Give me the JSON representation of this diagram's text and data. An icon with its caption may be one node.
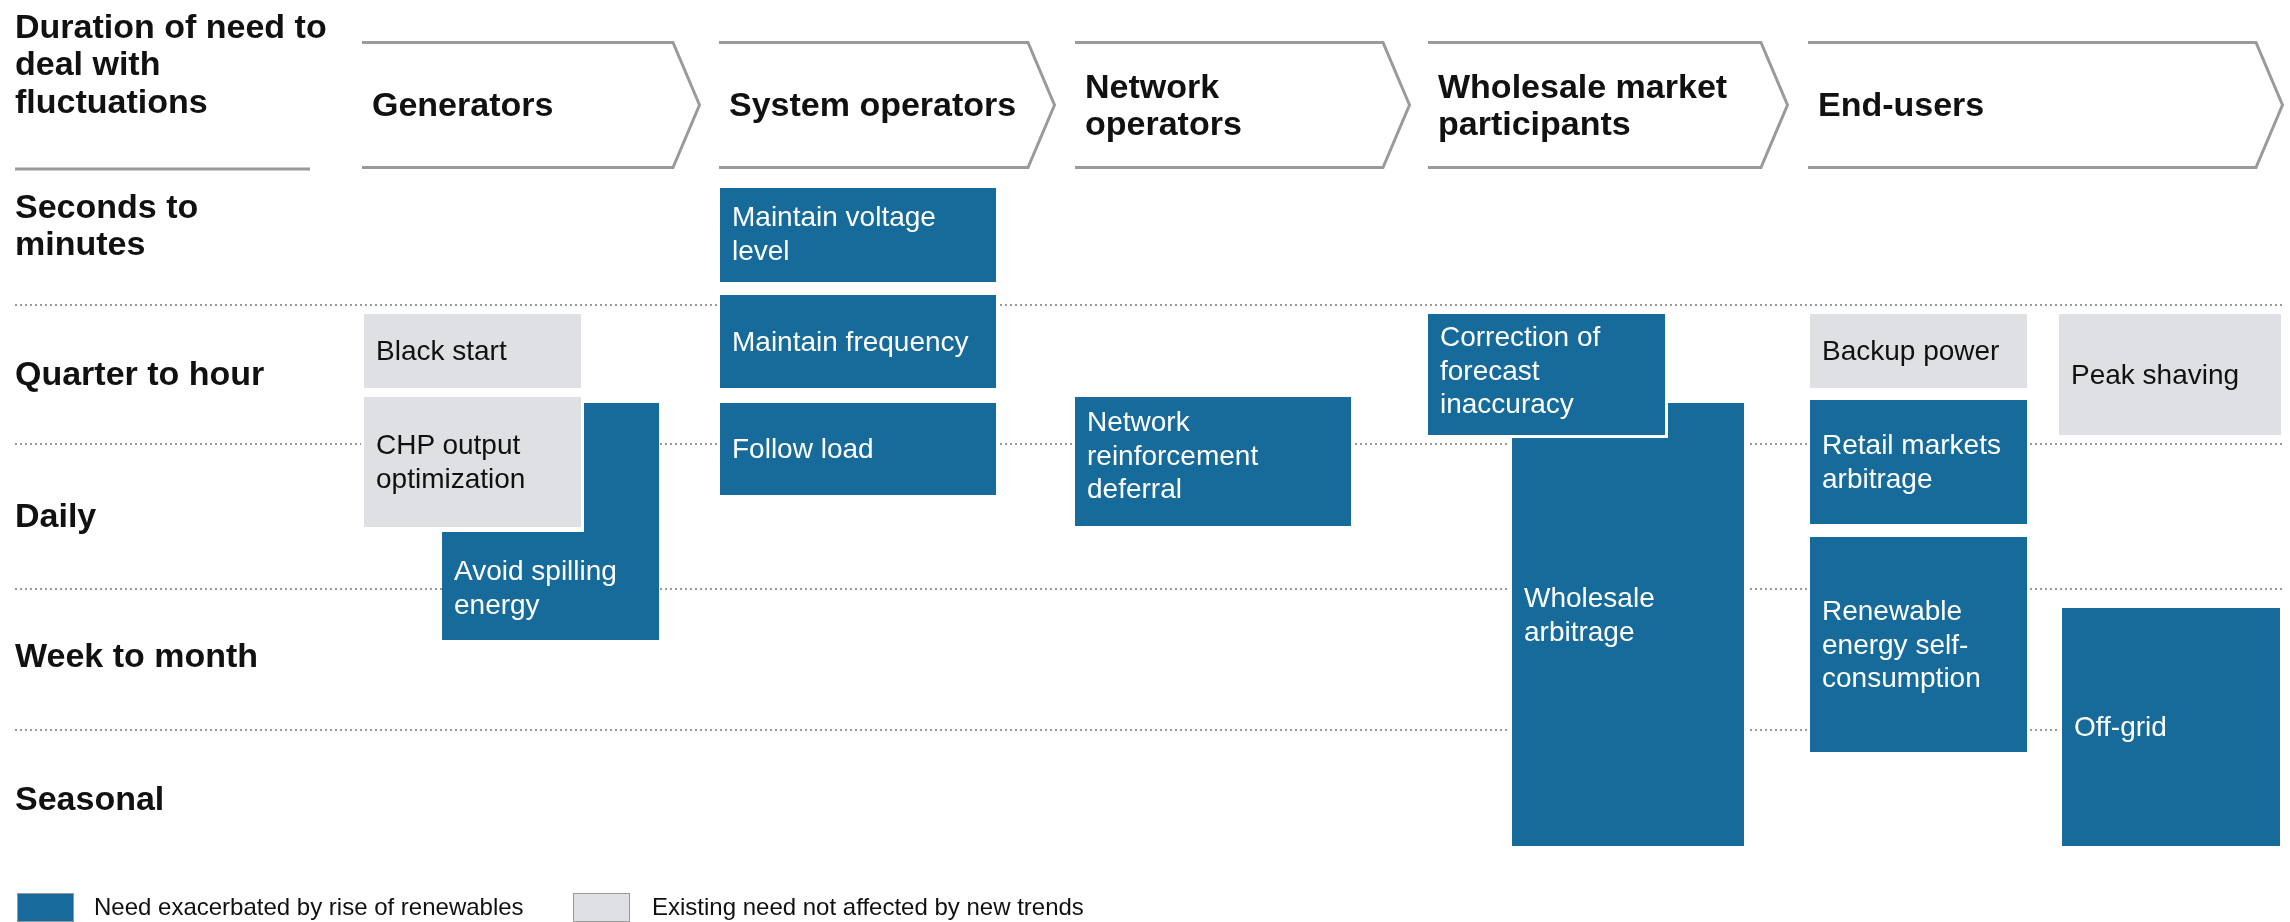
{
  "diagram": {
    "nodes": [
      {
        "text": [
          "Generators"
        ]
      },
      {
        "text": [
          "System operators"
        ]
      },
      {
        "text": [
          "Network operators"
        ]
      },
      {
        "text": [
          "Wholesale market participants"
        ]
      },
      {
        "text": [
          "End-users"
        ]
      },
      {
        "text": [
          "Avoid spilling energy"
        ]
      },
      {
        "text": [
          "Black start"
        ]
      },
      {
        "text": [
          "CHP output optimization"
        ]
      },
      {
        "text": [
          "Maintain voltage level"
        ]
      },
      {
        "text": [
          "Maintain frequency"
        ]
      },
      {
        "text": [
          "Follow load"
        ]
      },
      {
        "text": [
          "Network reinforcement deferral"
        ]
      },
      {
        "text": [
          "Wholesale arbitrage"
        ]
      },
      {
        "text": [
          "Correction of forecast inaccuracy"
        ]
      },
      {
        "text": [
          "Backup power"
        ]
      },
      {
        "text": [
          "Retail markets arbitrage"
        ]
      },
      {
        "text": [
          "Renewable energy self-consumption"
        ]
      },
      {
        "text": [
          "Peak shaving"
        ]
      },
      {
        "text": [
          "Off-grid"
        ]
      }
    ],
    "labels": [
      "Duration of need to deal with fluctuations",
      "Seconds to minutes",
      "Quarter to hour",
      "Daily",
      "Week to month",
      "Seasonal"
    ],
    "legend": [
      {
        "text": "Need exacerbated by rise of renewables",
        "color": "#176b9b"
      },
      {
        "text": "Existing need not affected by new trends",
        "color": "#dfe0e4"
      }
    ]
  }
}
